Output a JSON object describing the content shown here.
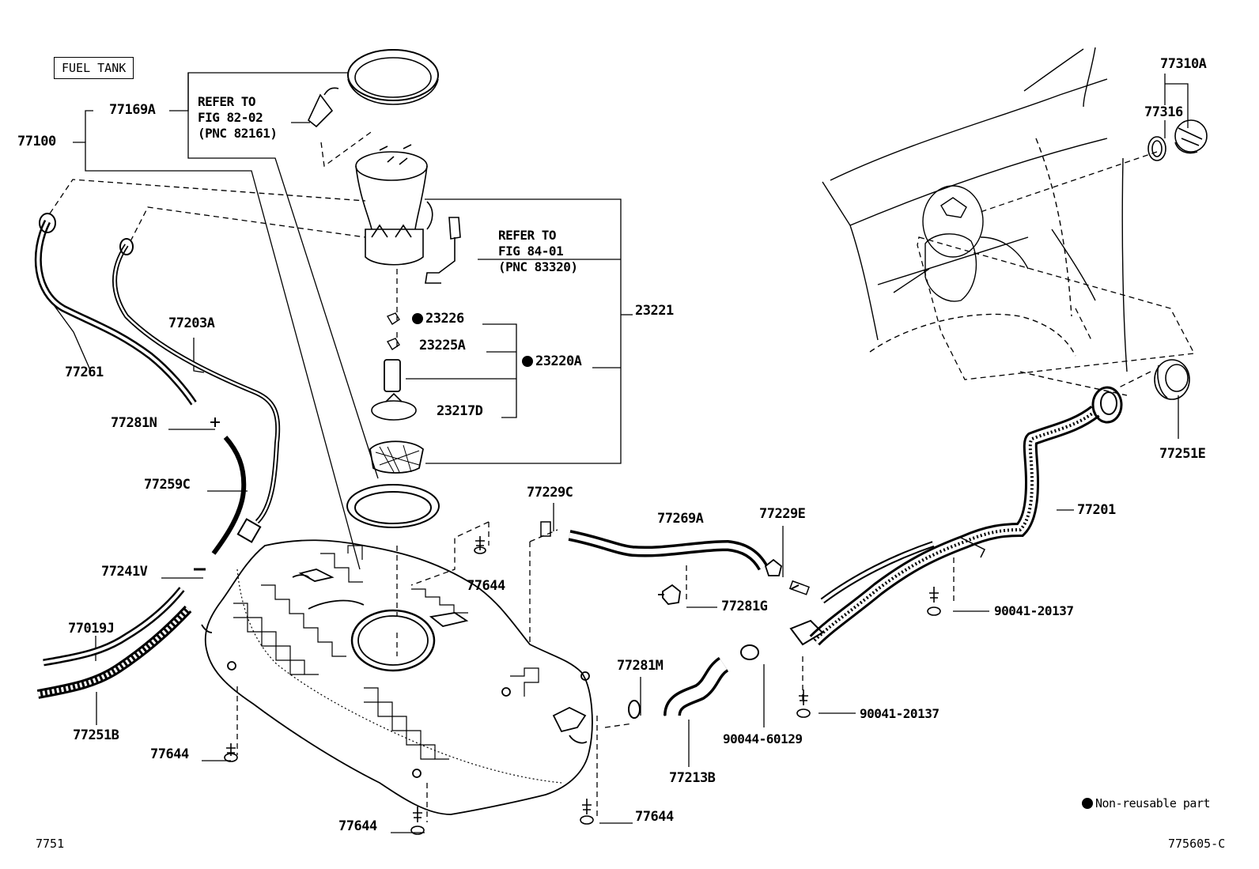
{
  "section_label": "FUEL TANK",
  "parts": {
    "p77100": "77100",
    "p77169A": "77169A",
    "p77261": "77261",
    "p77203A": "77203A",
    "p77281N": "77281N",
    "p77259C": "77259C",
    "p77241V": "77241V",
    "p77019J": "77019J",
    "p77251B": "77251B",
    "p77644_left": "77644",
    "p77644_bottom": "77644",
    "p77644_right": "77644",
    "p77644_mid": "77644",
    "p23226": "23226",
    "p23225A": "23225A",
    "p23220A": "23220A",
    "p23217D": "23217D",
    "p23221": "23221",
    "p77229C": "77229C",
    "p77269A": "77269A",
    "p77229E": "77229E",
    "p77281G": "77281G",
    "p77281M": "77281M",
    "p77213B": "77213B",
    "p90044_60129": "90044-60129",
    "p90041_20137_a": "90041-20137",
    "p90041_20137_b": "90041-20137",
    "p77201": "77201",
    "p77251E": "77251E",
    "p77310A": "77310A",
    "p77316": "77316"
  },
  "refs": {
    "ref1": [
      "REFER TO",
      "FIG 82-02",
      "(PNC 82161)"
    ],
    "ref2": [
      "REFER TO",
      "FIG 84-01",
      "(PNC 83320)"
    ]
  },
  "legend": {
    "text": "Non-reusable part"
  },
  "footer": {
    "left_code": "7751",
    "right_code": "775605-C"
  }
}
